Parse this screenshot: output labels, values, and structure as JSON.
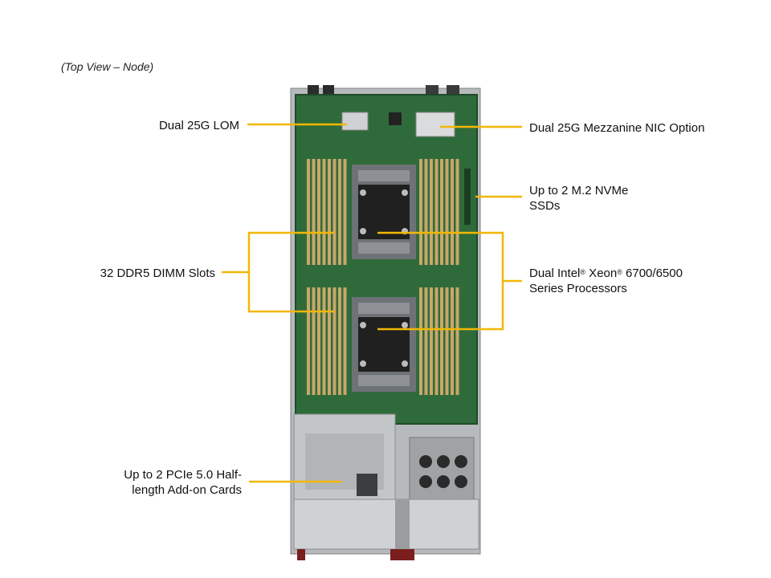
{
  "caption": "(Top View – Node)",
  "labels": {
    "lom": "Dual 25G LOM",
    "mezz": "Dual 25G Mezzanine NIC Option",
    "m2_line1": "Up to 2 M.2 NVMe",
    "m2_line2": "SSDs",
    "dimm": "32 DDR5 DIMM Slots",
    "cpu_line1_a": "Dual Intel",
    "cpu_reg1": "®",
    "cpu_line1_b": " Xeon",
    "cpu_reg2": "®",
    "cpu_line1_c": " 6700/6500",
    "cpu_line2": "Series Processors",
    "pcie_line1": "Up to 2 PCIe 5.0 Half-",
    "pcie_line2": "length Add-on Cards"
  },
  "colors": {
    "leader": "#f2b705",
    "pcb": "#2f6b3a",
    "pcb_dark": "#1f4a28",
    "dimm": "#c9a76a",
    "chassis": "#a9adb0",
    "heatsink": "#8d9196"
  }
}
